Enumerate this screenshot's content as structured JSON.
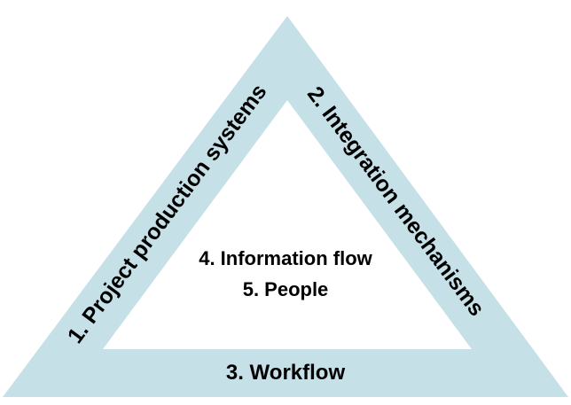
{
  "diagram": {
    "colors": {
      "band": "#c5e0e7",
      "center": "#ffffff",
      "text": "#000000"
    },
    "sides": {
      "left": "1.  Project production systems",
      "right": "2. Integration mechanisms",
      "bottom": "3. Workflow"
    },
    "center": {
      "line1": "4. Information flow",
      "line2": "5. People"
    }
  }
}
